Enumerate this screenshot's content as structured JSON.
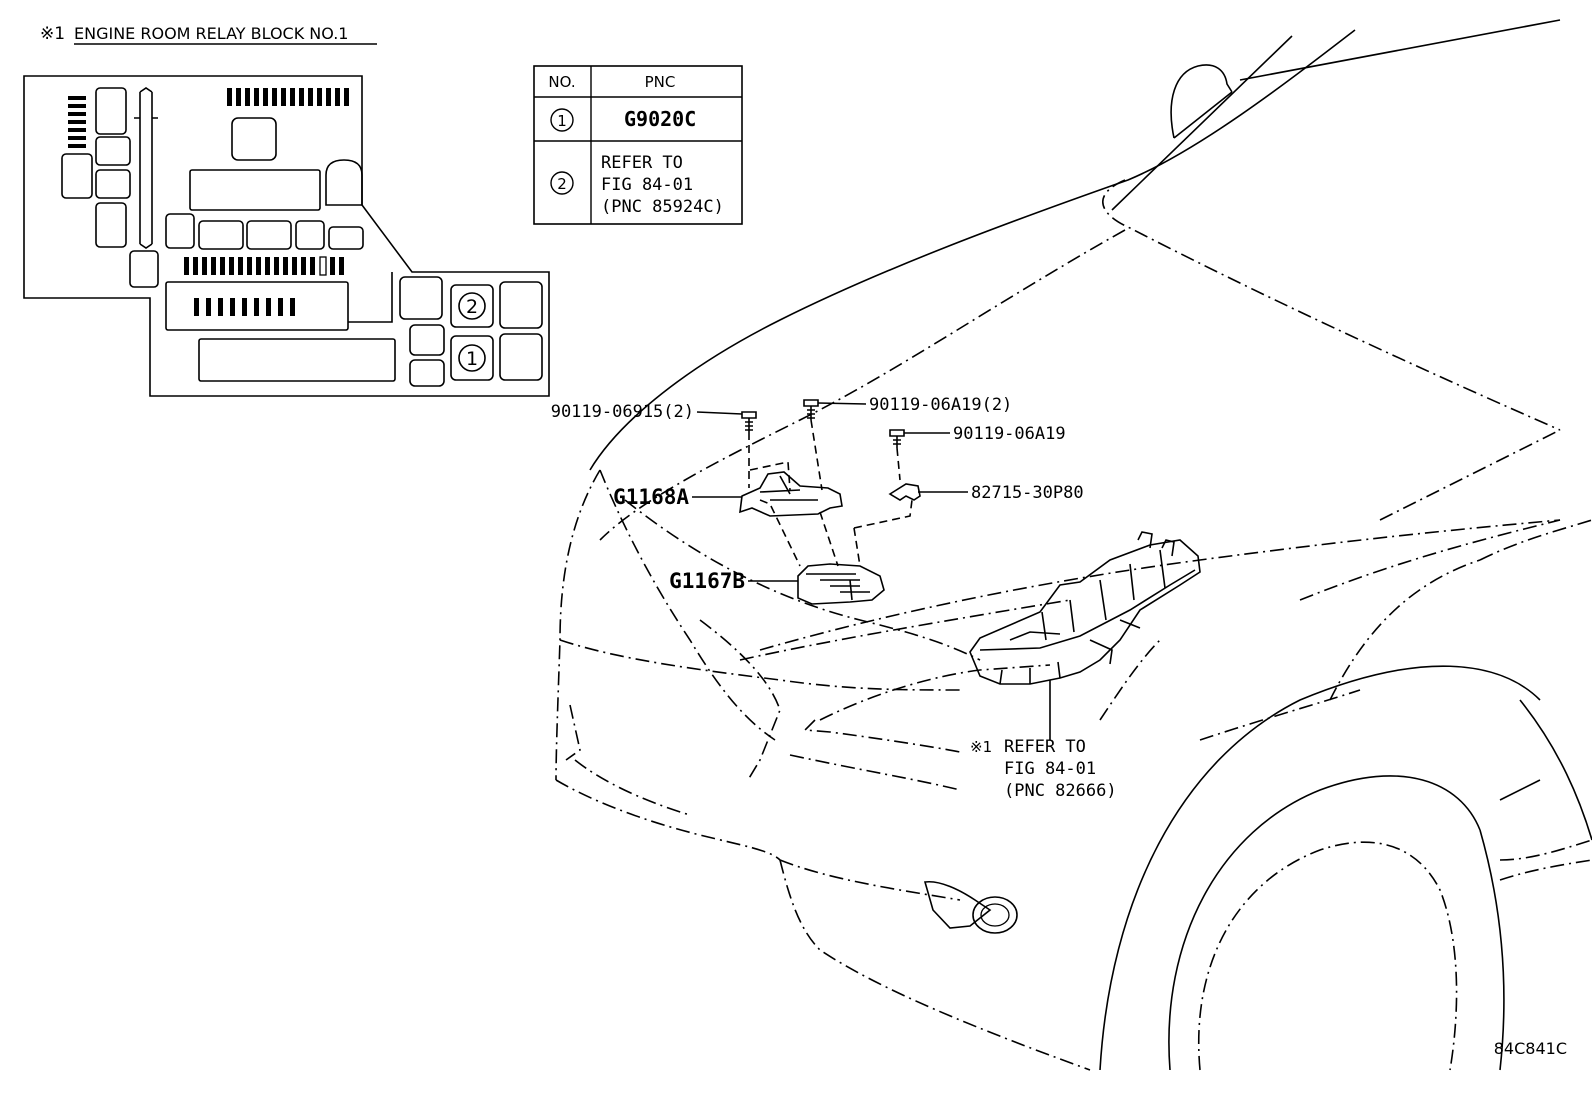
{
  "relay_block": {
    "title": "ENGINE ROOM RELAY BLOCK NO.1",
    "title_mark": "※1",
    "slots": [
      {
        "no": "2"
      },
      {
        "no": "1"
      }
    ]
  },
  "pnc_table": {
    "header_no": "NO.",
    "header_pnc": "PNC",
    "rows": [
      {
        "no": "1",
        "pnc_lines": [
          "G9020C"
        ]
      },
      {
        "no": "2",
        "pnc_lines": [
          "REFER TO",
          "FIG 84-01",
          "(PNC 85924C)"
        ]
      }
    ]
  },
  "callouts": {
    "bolt_left": "90119-06915(2)",
    "bolt_center": "90119-06A19(2)",
    "bolt_right": "90119-06A19",
    "bracket_small": "82715-30P80",
    "bracket_main": "G1168A",
    "relay_unit": "G1167B"
  },
  "refer_note": {
    "mark": "※1",
    "lines": [
      "REFER TO",
      "FIG 84-01",
      "(PNC 82666)"
    ]
  },
  "figure_id": "84C841C"
}
